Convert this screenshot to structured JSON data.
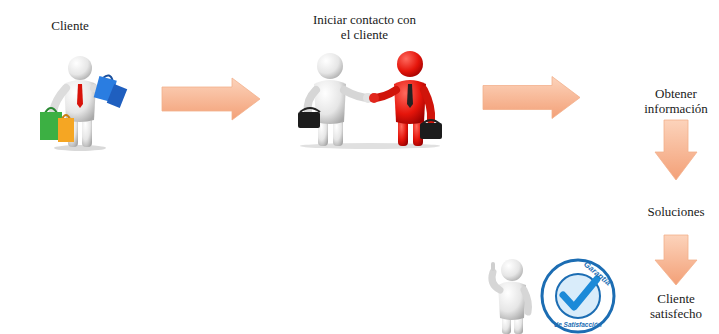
{
  "diagram": {
    "nodes": [
      {
        "text": [
          "Cliente"
        ]
      },
      {
        "text": [
          "Iniciar contacto con el cliente"
        ]
      },
      {
        "text": [
          "Obtener información"
        ]
      },
      {
        "text": [
          "Soluciones"
        ]
      },
      {
        "text": [
          "Cliente satisfecho"
        ]
      }
    ],
    "edges": [
      {
        "from": 0,
        "to": 1,
        "arrow": "to"
      },
      {
        "from": 1,
        "to": 2,
        "arrow": "to"
      },
      {
        "from": 2,
        "to": 3,
        "arrow": "to"
      },
      {
        "from": 3,
        "to": 4,
        "arrow": "to"
      }
    ],
    "labels": [
      "Garantía",
      "de Satisfacción"
    ]
  }
}
